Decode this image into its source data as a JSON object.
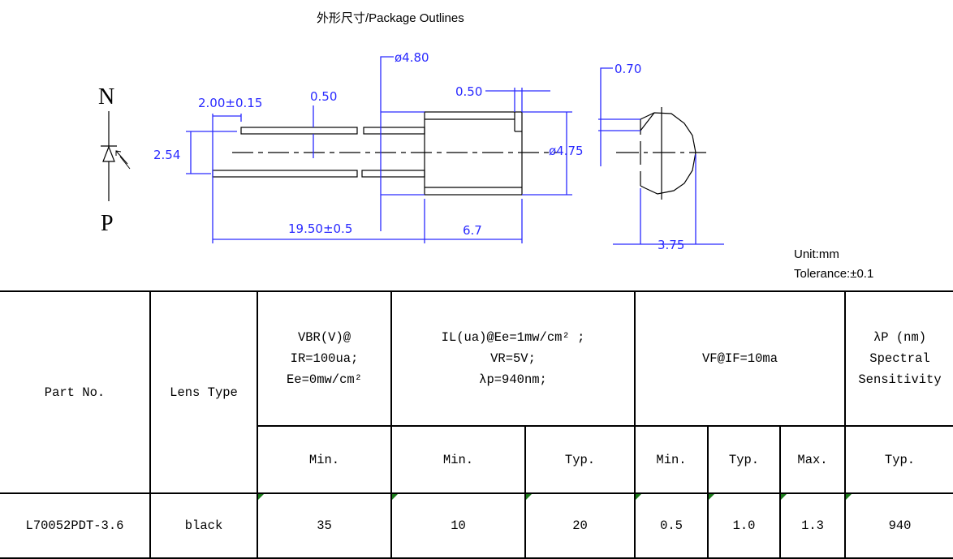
{
  "title": "外形尺寸/Package Outlines",
  "symbol": {
    "top_pin": "N",
    "bottom_pin": "P"
  },
  "dimensions": {
    "lead_offset": "2.00±0.15",
    "lead_width": "0.50",
    "lead_spacing": "2.54",
    "flange_diameter": "ø4.80",
    "flange_thickness": "0.50",
    "body_diameter": "ø4.75",
    "lead_length": "19.50±0.5",
    "body_length": "6.7",
    "side_flat": "0.70",
    "side_depth": "3.75"
  },
  "notes": {
    "unit": "Unit:mm",
    "tolerance": "Tolerance:±0.1"
  },
  "table": {
    "headers": {
      "part_no": "Part No.",
      "lens_type": "Lens Type",
      "vbr": "VBR(V)@\nIR=100ua;\nEe=0mw/cm²",
      "il": "IL(ua)@Ee=1mw/cm² ;\nVR=5V;\nλp=940nm;",
      "vf": "VF@IF=10ma",
      "lambda": "λP (nm)\nSpectral\nSensitivity"
    },
    "subheaders": [
      "Min.",
      "Min.",
      "Typ.",
      "Min.",
      "Typ.",
      "Max.",
      "Typ."
    ],
    "rows": [
      {
        "part_no": "L70052PDT-3.6",
        "lens_type": "black",
        "values": [
          "35",
          "10",
          "20",
          "0.5",
          "1.0",
          "1.3",
          "940"
        ]
      }
    ]
  }
}
